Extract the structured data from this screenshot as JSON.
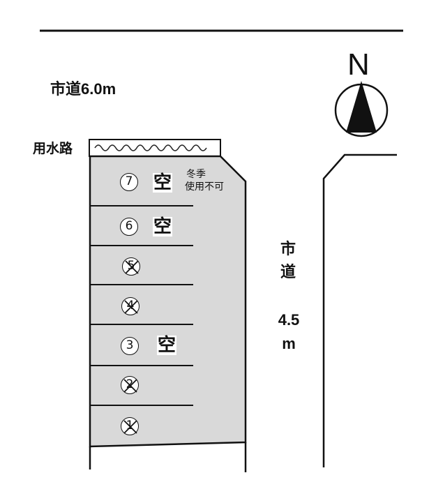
{
  "road_main": {
    "label": "市道6.0m"
  },
  "canal": {
    "label": "用水路"
  },
  "road_side": {
    "chars": [
      "市",
      "道"
    ],
    "width": "4.5",
    "unit": "m"
  },
  "compass": {
    "label": "N"
  },
  "note": {
    "line1": "冬季",
    "line2": "使用不可"
  },
  "lots": [
    {
      "number": "7",
      "status": "空",
      "crossed": false
    },
    {
      "number": "6",
      "status": "空",
      "crossed": false
    },
    {
      "number": "5",
      "status": "",
      "crossed": true
    },
    {
      "number": "4",
      "status": "",
      "crossed": true
    },
    {
      "number": "3",
      "status": "空",
      "crossed": false
    },
    {
      "number": "2",
      "status": "",
      "crossed": true
    },
    {
      "number": "1",
      "status": "",
      "crossed": true
    }
  ],
  "colors": {
    "lot_fill": "#d9d9d9",
    "line": "#111111"
  }
}
